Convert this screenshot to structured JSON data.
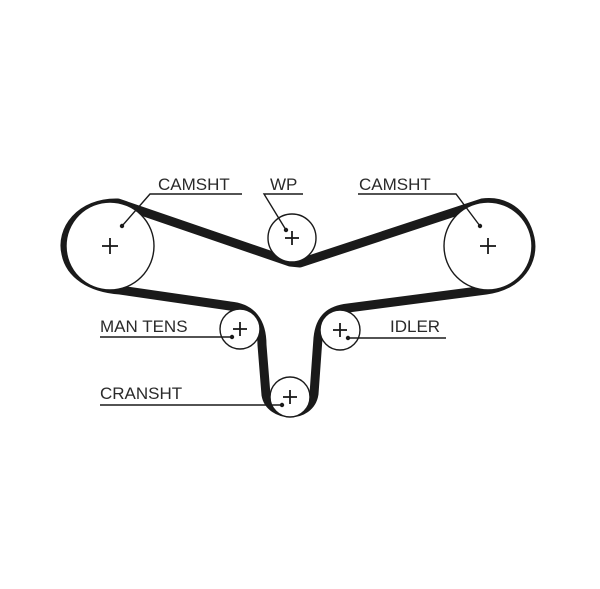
{
  "labels": {
    "camshaft_left": "CAMSHT",
    "water_pump": "WP",
    "camshaft_right": "CAMSHT",
    "manual_tensioner": "MAN TENS",
    "idler": "IDLER",
    "crankshaft": "CRANSHT"
  },
  "colors": {
    "belt": "#1a1a1a",
    "text": "#2a2a2a",
    "background": "#ffffff"
  }
}
